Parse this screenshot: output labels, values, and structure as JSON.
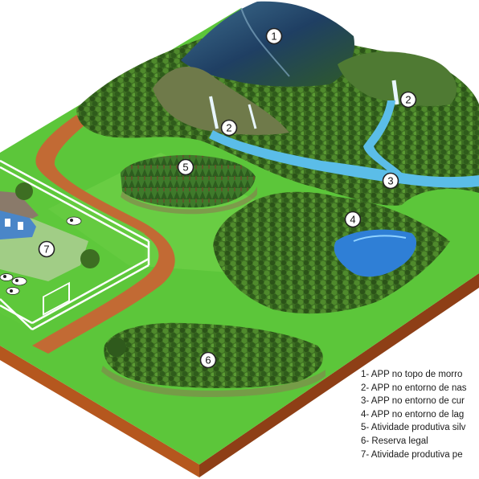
{
  "markers": [
    {
      "id": "marker-1",
      "label": "1"
    },
    {
      "id": "marker-2a",
      "label": "2"
    },
    {
      "id": "marker-2b",
      "label": "2"
    },
    {
      "id": "marker-3",
      "label": "3"
    },
    {
      "id": "marker-4",
      "label": "4"
    },
    {
      "id": "marker-5",
      "label": "5"
    },
    {
      "id": "marker-6",
      "label": "6"
    },
    {
      "id": "marker-7",
      "label": "7"
    }
  ],
  "legend": [
    "1- APP no topo de morro",
    "2- APP no entorno de nas",
    "3- APP no entorno de cur",
    "4- APP no entorno de lag",
    "5- Atividade produtiva silv",
    "6- Reserva legal",
    "7- Atividade produtiva pe"
  ],
  "colors": {
    "grass": "#5cc63a",
    "grass_light": "#7fd84e",
    "soil": "#b5571e",
    "soil_dark": "#7a3612",
    "road": "#c26a34",
    "water": "#5bbde8",
    "lake": "#2f7fd6",
    "forest": "#2f5a1c",
    "mountain": "#234a6e",
    "fence": "#ffffff",
    "house_wall": "#4a86c8",
    "house_roof": "#8a7a6a"
  }
}
